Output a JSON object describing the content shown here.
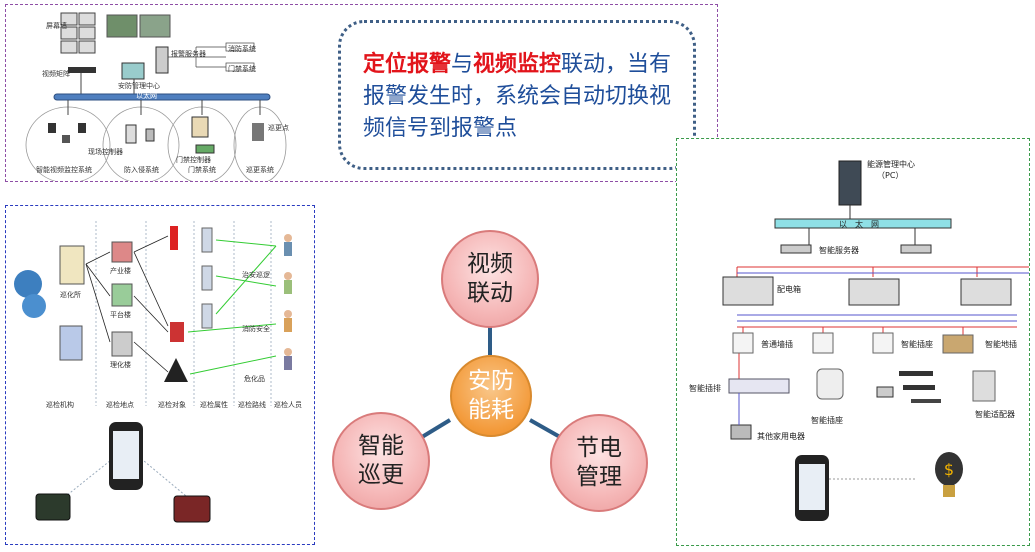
{
  "callout": {
    "part1": "定位报警",
    "part2": "与",
    "part3": "视频监控",
    "part4": "联动，当有报警发生时，系统会自动切换视频信号到报警点"
  },
  "hub": {
    "center": "安防\n能耗",
    "top": "视频\n联动",
    "left": "智能\n巡更",
    "right": "节电\n管理"
  },
  "patrol": {
    "nodes": [
      "巡化所",
      "产业楼",
      "平台楼",
      "理化楼"
    ],
    "right_labels": [
      "治安巡逻",
      "消防安全",
      "危化品"
    ],
    "columns": [
      "巡检机构",
      "巡检地点",
      "巡检对象",
      "巡检属性",
      "巡检路线",
      "巡检人员"
    ]
  },
  "energy": {
    "center_title": "能源管理中心",
    "center_sub": "（PC）",
    "ethernet": "以　太　网",
    "server": "智能服务器",
    "cabinet": "配电箱",
    "wall_socket": "普通墙插",
    "smart_floor_socket": "智能插座",
    "floor_socket": "智能地插",
    "power_strip": "智能插排",
    "smart_plug": "智能插座",
    "other_appliances": "其他家用电器",
    "adapter": "智能适配器"
  },
  "network": {
    "labels": [
      "屏幕墙",
      "视频矩阵",
      "报警服务器",
      "消防系统",
      "门禁系统",
      "安防管理中心",
      "智能视频监控系统",
      "防入侵系统",
      "门禁系统",
      "巡更系统",
      "现场控制器",
      "门禁控制器",
      "巡更点",
      "以太网"
    ]
  },
  "colors": {
    "callout_text": "#1f4e9a",
    "highlight": "#e2141b",
    "hub_center": "#f39a3a",
    "hub_outer": "#f5b6b6",
    "hub_line": "#2e5c87",
    "panel1_border": "#8e4fa6",
    "panel2_border": "#2a3bbf",
    "panel3_border": "#3a9a4a"
  }
}
